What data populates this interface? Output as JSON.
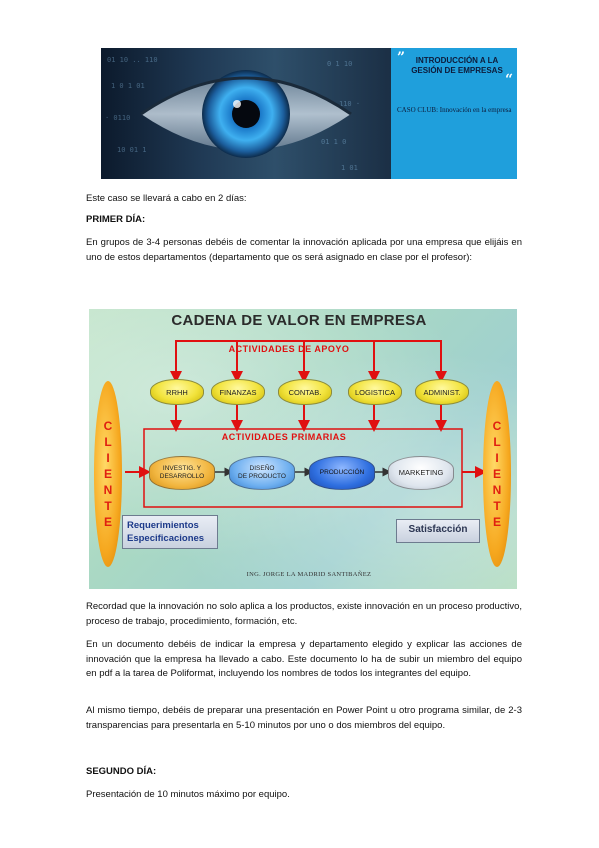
{
  "banner": {
    "title": "INTRODUCCIÓN A LA\nGESIÓN DE EMPRESAS",
    "subtitle": "CASO CLUB: Innovación en la empresa",
    "quote_open": "”",
    "quote_close": "“",
    "colors": {
      "background": "#1f9fdc",
      "title": "#0d1b3a"
    }
  },
  "intro": "Este caso se llevará a cabo en 2 días:",
  "day1": {
    "heading": "PRIMER DÍA:",
    "paragraph": "En grupos de 3-4 personas debéis de comentar la innovación aplicada por una empresa que elijáis en uno de estos departamentos (departamento que os será asignado en clase por el profesor):"
  },
  "diagram": {
    "title": "CADENA DE VALOR EN EMPRESA",
    "support_label": "ACTIVIDADES DE APOYO",
    "primary_label": "ACTIVIDADES PRIMARIAS",
    "client_letters": [
      "C",
      "L",
      "I",
      "E",
      "N",
      "T",
      "E"
    ],
    "support_activities": [
      "RRHH",
      "FINANZAS",
      "CONTAB.",
      "LOGISTICA",
      "ADMINIST."
    ],
    "primary_activities": [
      "INVESTIG. Y\nDESARROLLO",
      "DISEÑO\nDE PRODUCTO",
      "PRODUCCIÓN",
      "MARKETING"
    ],
    "requirements": "Requerimientos\nEspecificaciones",
    "satisfaction": "Satisfacción",
    "author": "ING. JORGE LA MADRID SANTIBAÑEZ",
    "colors": {
      "title": "#2b2b2b",
      "labels": "#e01010",
      "arrows": "#e01010",
      "support_node": "#f2e33c",
      "client": "#f6a81f"
    }
  },
  "paragraphs": [
    "Recordad que la innovación no solo aplica a los productos, existe innovación en un proceso productivo, proceso de trabajo, procedimiento, formación, etc.",
    "En un documento debéis de indicar la empresa y departamento elegido y explicar las acciones de innovación que la empresa ha llevado a cabo. Este documento lo ha de subir un miembro del equipo en pdf a la tarea de Poliformat, incluyendo los nombres de todos los integrantes del equipo.",
    "Al mismo tiempo, debéis de preparar una presentación en Power Point u otro programa similar, de 2-3 transparencias para presentarla en 5-10 minutos por uno o dos miembros del equipo."
  ],
  "day2": {
    "heading": "SEGUNDO DÍA:",
    "paragraph": "Presentación de 10 minutos máximo por equipo."
  }
}
